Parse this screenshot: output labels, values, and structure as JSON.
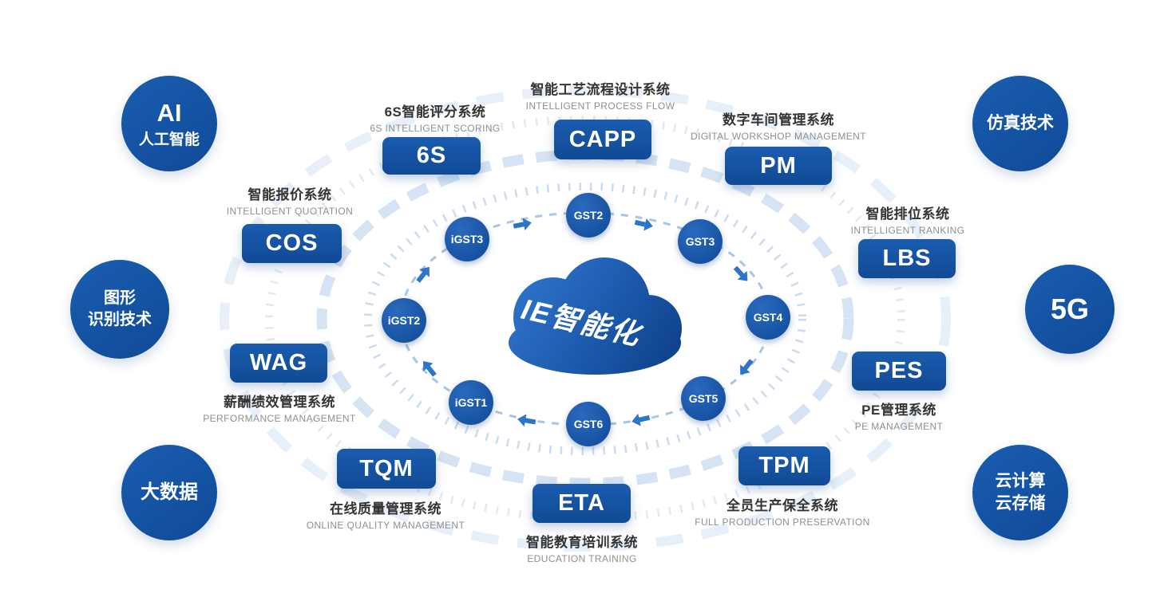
{
  "colors": {
    "primary_blue": "#15519f",
    "node_blue": "#1b5aab",
    "arrow_blue": "#2e75c8",
    "ring_light_blue": "#ccdcee",
    "label_zh": "#333333",
    "label_en": "#8f8f8f",
    "cloud_gradient_start": "#2f75cc",
    "cloud_gradient_end": "#0c3c82",
    "background": "#ffffff"
  },
  "center": {
    "cloud_label": "IE智能化"
  },
  "tech_circles": [
    {
      "name": "ai",
      "line1": "AI",
      "line2": "人工智能"
    },
    {
      "name": "simulation",
      "line1": "仿真技术",
      "line2": ""
    },
    {
      "name": "graphics-recognition",
      "line1": "图形",
      "line2": "识别技术"
    },
    {
      "name": "5g",
      "line1": "5G",
      "line2": ""
    },
    {
      "name": "big-data",
      "line1": "大数据",
      "line2": ""
    },
    {
      "name": "cloud-computing",
      "line1": "云计算",
      "line2": "云存储"
    }
  ],
  "systems": [
    {
      "abbr": "6S",
      "zh": "6S智能评分系统",
      "en": "6S INTELLIGENT SCORING"
    },
    {
      "abbr": "CAPP",
      "zh": "智能工艺流程设计系统",
      "en": "INTELLIGENT PROCESS FLOW"
    },
    {
      "abbr": "PM",
      "zh": "数字车间管理系统",
      "en": "DIGITAL WORKSHOP MANAGEMENT"
    },
    {
      "abbr": "COS",
      "zh": "智能报价系统",
      "en": "INTELLIGENT QUOTATION"
    },
    {
      "abbr": "LBS",
      "zh": "智能排位系统",
      "en": "INTELLIGENT RANKING"
    },
    {
      "abbr": "WAG",
      "zh": "薪酬绩效管理系统",
      "en": "PERFORMANCE MANAGEMENT"
    },
    {
      "abbr": "PES",
      "zh": "PE管理系统",
      "en": "PE MANAGEMENT"
    },
    {
      "abbr": "TQM",
      "zh": "在线质量管理系统",
      "en": "ONLINE QUALITY MANAGEMENT"
    },
    {
      "abbr": "ETA",
      "zh": "智能教育培训系统",
      "en": "EDUCATION  TRAINING"
    },
    {
      "abbr": "TPM",
      "zh": "全员生产保全系统",
      "en": "FULL PRODUCTION PRESERVATION"
    }
  ],
  "ring_nodes": [
    {
      "label": "GST2"
    },
    {
      "label": "GST3"
    },
    {
      "label": "GST4"
    },
    {
      "label": "GST5"
    },
    {
      "label": "GST6"
    },
    {
      "label": "iGST1"
    },
    {
      "label": "iGST2"
    },
    {
      "label": "iGST3"
    }
  ]
}
